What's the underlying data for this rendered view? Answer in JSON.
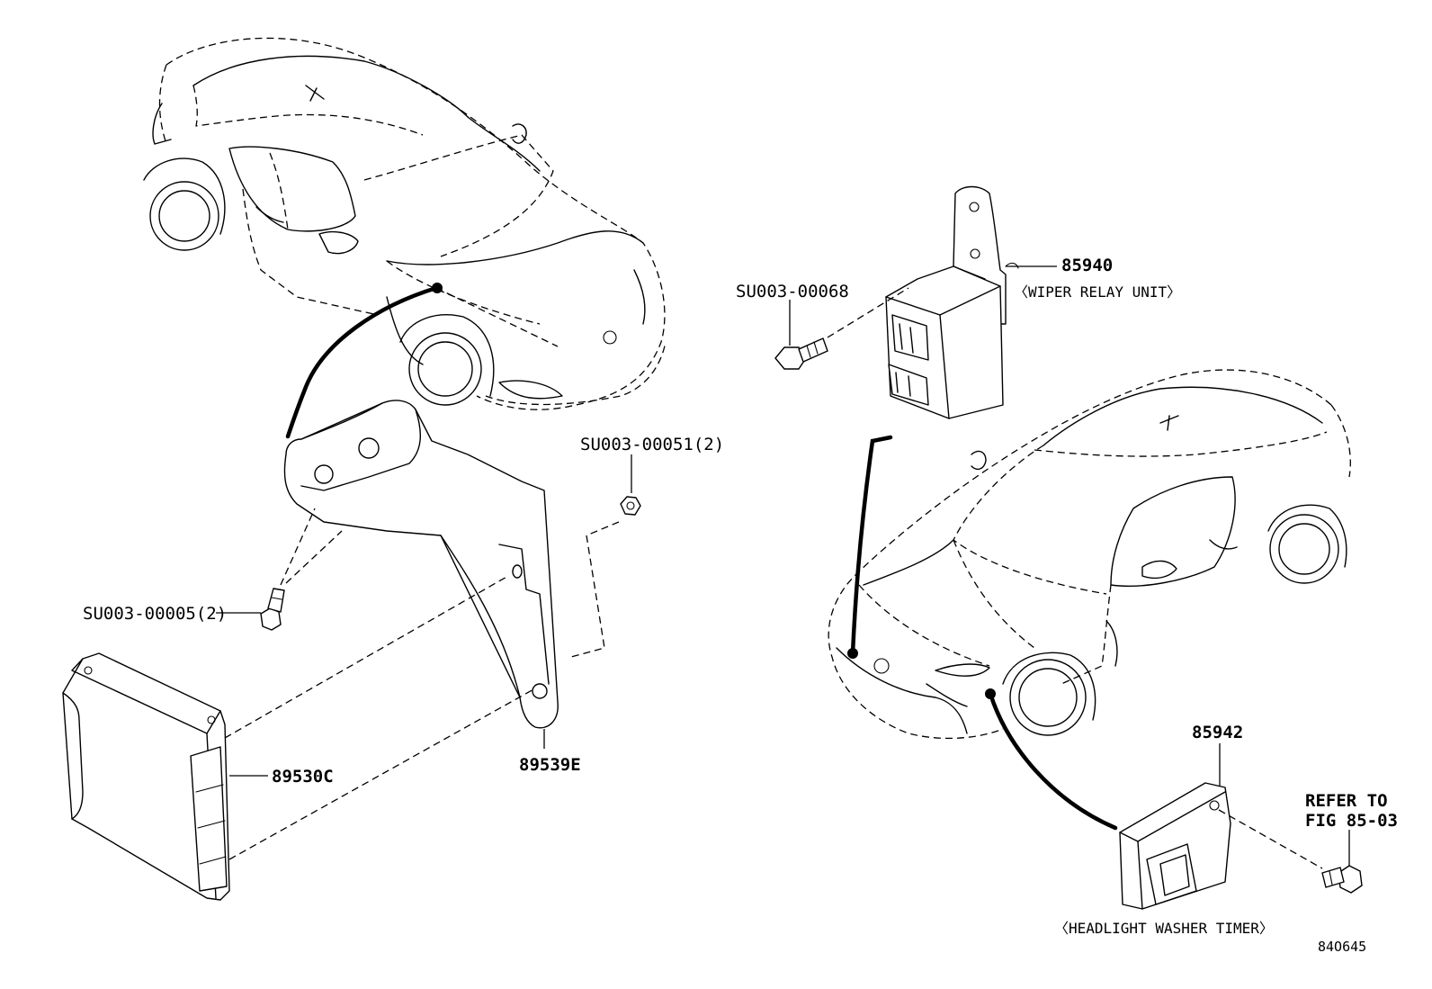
{
  "diagram_id": "84O645",
  "labels": {
    "wiper_relay_part": "85940",
    "wiper_relay_name": "〈WIPER RELAY UNIT〉",
    "screw_su00068": "SU003-00068",
    "nut_su00051": "SU003-00051(2)",
    "bolt_su00005": "SU003-00005(2)",
    "ecu_part": "89530C",
    "bracket_part": "89539E",
    "timer_part": "85942",
    "refer_line1": "REFER TO",
    "refer_line2": "FIG 85-03",
    "timer_name": "〈HEADLIGHT WASHER TIMER〉"
  }
}
